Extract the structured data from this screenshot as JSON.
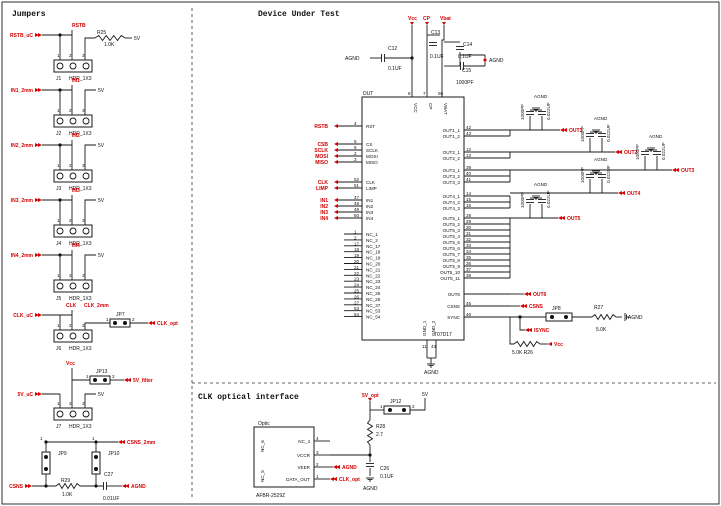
{
  "sections": {
    "jumpers": "Jumpers",
    "dut": "Device Under Test",
    "clk_optical": "CLK optical interface"
  },
  "jumper_blocks": [
    {
      "top": "RSTB",
      "side": "RSTB_uC",
      "ref": "J1",
      "part": "HDR_1X3",
      "res": "R25",
      "rval": "1.0K",
      "supply": "5V"
    },
    {
      "top": "IN1",
      "side": "IN1_2mm",
      "ref": "J2",
      "part": "HDR_1X3",
      "supply": "5V"
    },
    {
      "top": "IN2",
      "side": "IN2_2mm",
      "ref": "J3",
      "part": "HDR_1X3",
      "supply": "5V"
    },
    {
      "top": "IN3",
      "side": "IN3_2mm",
      "ref": "J4",
      "part": "HDR_1X3",
      "supply": "5V"
    },
    {
      "top": "IN4",
      "side": "IN4_2mm",
      "ref": "J5",
      "part": "HDR_1X3",
      "supply": "5V"
    }
  ],
  "clk_block": {
    "top1": "CLK",
    "top2": "CLK_2mm",
    "side": "CLK_uC",
    "ref": "J6",
    "part": "HDR_1X3",
    "jp": "JP7",
    "net": "CLK_opt",
    "p1": "1",
    "p2": "2"
  },
  "vcc_block": {
    "top": "Vcc",
    "side": "5V_uC",
    "ref": "J7",
    "part": "HDR_1X3",
    "jp": "JP13",
    "net": "5V_filter",
    "supply": "5V",
    "p1": "1",
    "p2": "2"
  },
  "csns_block": {
    "jp1": "JP9",
    "jp2": "JP10",
    "net": "CSNS_2mm",
    "side": "CSNS",
    "res": "R29",
    "rval": "1.0K",
    "cap": "C27",
    "cval": "0.01UF",
    "gnd": "AGND"
  },
  "dut": {
    "ref": "DUT",
    "part": "T07D17",
    "top_nets": [
      "Vcc",
      "CP",
      "Vbat"
    ],
    "top_pins": [
      {
        "num": "8",
        "name": "VCC"
      },
      {
        "num": "7",
        "name": "CP"
      },
      {
        "num": "55",
        "name": "VBAT"
      }
    ],
    "caps": [
      {
        "ref": "C12",
        "val": "0.1UF"
      },
      {
        "ref": "C13",
        "val": "0.1UF"
      },
      {
        "ref": "C14",
        "val": "0.1UF"
      },
      {
        "ref": "C15",
        "val": "1000PF"
      }
    ],
    "agnd": "AGND",
    "left_pins": [
      {
        "net": "RSTB",
        "num": "4",
        "name": "RST"
      },
      {
        "net": "CSB",
        "num": "5",
        "name": "CS"
      },
      {
        "net": "SCLK",
        "num": "6",
        "name": "SCLK"
      },
      {
        "net": "MOSI",
        "num": "2",
        "name": "MOSI"
      },
      {
        "net": "MISO",
        "num": "3",
        "name": "MISO"
      },
      {
        "net": "CLK",
        "num": "52",
        "name": "CLK"
      },
      {
        "net": "LIMP",
        "num": "51",
        "name": "LIMP"
      },
      {
        "net": "IN1",
        "num": "47",
        "name": "IN1"
      },
      {
        "net": "IN2",
        "num": "48",
        "name": "IN2"
      },
      {
        "net": "IN3",
        "num": "49",
        "name": "IN3"
      },
      {
        "net": "IN4",
        "num": "50",
        "name": "IN4"
      }
    ],
    "nc_pins": [
      {
        "num": "1",
        "name": "NC_1"
      },
      {
        "num": "2",
        "name": "NC_2"
      },
      {
        "num": "17",
        "name": "NC_17"
      },
      {
        "num": "18",
        "name": "NC_18"
      },
      {
        "num": "19",
        "name": "NC_19"
      },
      {
        "num": "20",
        "name": "NC_20"
      },
      {
        "num": "21",
        "name": "NC_21"
      },
      {
        "num": "22",
        "name": "NC_22"
      },
      {
        "num": "23",
        "name": "NC_23"
      },
      {
        "num": "24",
        "name": "NC_24"
      },
      {
        "num": "25",
        "name": "NC_25"
      },
      {
        "num": "26",
        "name": "NC_26"
      },
      {
        "num": "27",
        "name": "NC_27"
      },
      {
        "num": "53",
        "name": "NC_53"
      },
      {
        "num": "54",
        "name": "NC_54"
      }
    ],
    "right_pins": [
      {
        "num": "42",
        "name": "OUT1_1"
      },
      {
        "num": "43",
        "name": "OUT1_2"
      },
      {
        "num": "12",
        "name": "OUT2_1"
      },
      {
        "num": "13",
        "name": "OUT2_2"
      },
      {
        "num": "39",
        "name": "OUT3_1"
      },
      {
        "num": "40",
        "name": "OUT3_2"
      },
      {
        "num": "41",
        "name": "OUT3_3"
      },
      {
        "num": "14",
        "name": "OUT4_1"
      },
      {
        "num": "15",
        "name": "OUT4_2"
      },
      {
        "num": "16",
        "name": "OUT4_3"
      },
      {
        "num": "28",
        "name": "OUT5_1"
      },
      {
        "num": "29",
        "name": "OUT5_2"
      },
      {
        "num": "30",
        "name": "OUT5_3"
      },
      {
        "num": "31",
        "name": "OUT5_4"
      },
      {
        "num": "32",
        "name": "OUT5_5"
      },
      {
        "num": "33",
        "name": "OUT5_6"
      },
      {
        "num": "34",
        "name": "OUT5_7"
      },
      {
        "num": "35",
        "name": "OUT5_8"
      },
      {
        "num": "36",
        "name": "OUT5_9"
      },
      {
        "num": "37",
        "name": "OUT5_10"
      },
      {
        "num": "38",
        "name": "OUT5_11"
      },
      {
        "num": "",
        "name": "OUT6"
      },
      {
        "num": "45",
        "name": "CSNS"
      },
      {
        "num": "46",
        "name": "SYNC"
      }
    ],
    "bottom_pins": [
      {
        "num": "11",
        "name": "GND_1"
      },
      {
        "num": "44",
        "name": "GND_2"
      }
    ],
    "out_nets": [
      "OUT1",
      "OUT2",
      "OUT3",
      "OUT4",
      "OUT5",
      "OUT6",
      "CSNS",
      "ISYNC"
    ],
    "out_caps": [
      "1000PF",
      "0.022UF"
    ],
    "jp8": "JP8",
    "r27": "R27",
    "r27val": "5.0K",
    "r26": "R26",
    "r26val": "5.0K",
    "vcc": "Vcc"
  },
  "optic": {
    "title": "Optic",
    "part": "AFBR-2529Z",
    "pins": [
      {
        "num": "4",
        "name": "NC_4"
      },
      {
        "num": "3",
        "name": "VCCR"
      },
      {
        "num": "2",
        "name": "VEER"
      },
      {
        "num": "1",
        "name": "DATA_OUT"
      }
    ],
    "left_pins": [
      "NC_6",
      "NC_5"
    ],
    "nets": [
      "AGND",
      "CLK_opt",
      "5V_opt",
      "5V"
    ],
    "jp": "JP12",
    "jp_p1": "1",
    "jp_p2": "2",
    "res": "R28",
    "rval": "2.7",
    "cap": "C26",
    "cval": "0.1UF",
    "gnd": "AGND"
  }
}
